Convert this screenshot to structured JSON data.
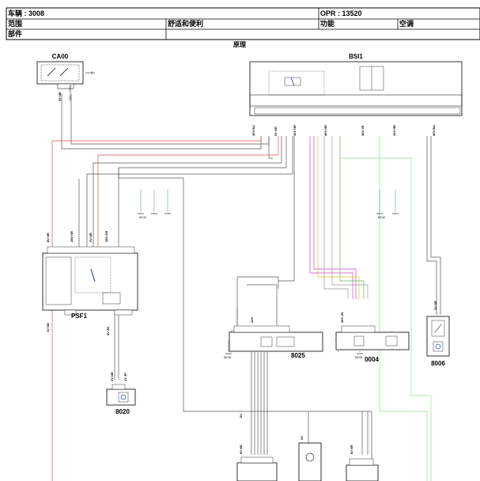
{
  "header": {
    "vehicle": "车辆 : 3008",
    "opr": "OPR : 13520",
    "scope_label": "范围",
    "category": "舒适和便利",
    "function_label": "功能",
    "function_value": "空调",
    "part_label": "部件"
  },
  "diagram": {
    "title": "原理",
    "components": {
      "ca00": "CA00",
      "bsi1": "BSI1",
      "psf1": "PSF1",
      "c8025": "8025",
      "c0004": "0004",
      "c8006": "8006",
      "c8020": "8020"
    },
    "labels": {
      "ca00_wire": "3V NR",
      "ca00_codes": "1050 / 1005A",
      "bsi_w1": "10V BA",
      "bsi_w2": "2V GR",
      "bsi_w3": "10V NR",
      "bsi_w4": "40V NR",
      "bsi_w5": "16V VE",
      "bsi_w6": "16V NR",
      "bsi_w7": "40V BA",
      "psf_w1": "8V NR",
      "psf_w2": "28V NR",
      "psf_w3": "2V NR",
      "psf_w4": "28V GR",
      "psf_w5": "1V ND",
      "psf_w6": "5V JN",
      "c8025_wire": "12V",
      "c0004_wire": "26V JN",
      "c8006_wire": "3V NR",
      "c8020_w1": "2V NR",
      "c8020_w2": "2V JP",
      "bottom_w1": "6V",
      "bottom_w2": "6V NR",
      "bottom_w3": "2V",
      "bottom_w4": "6V NR",
      "ground_mc12": "MC12",
      "ground_mc40": "MC40",
      "ground_mc30": "MC30",
      "ground_mc55": "MC55"
    }
  }
}
